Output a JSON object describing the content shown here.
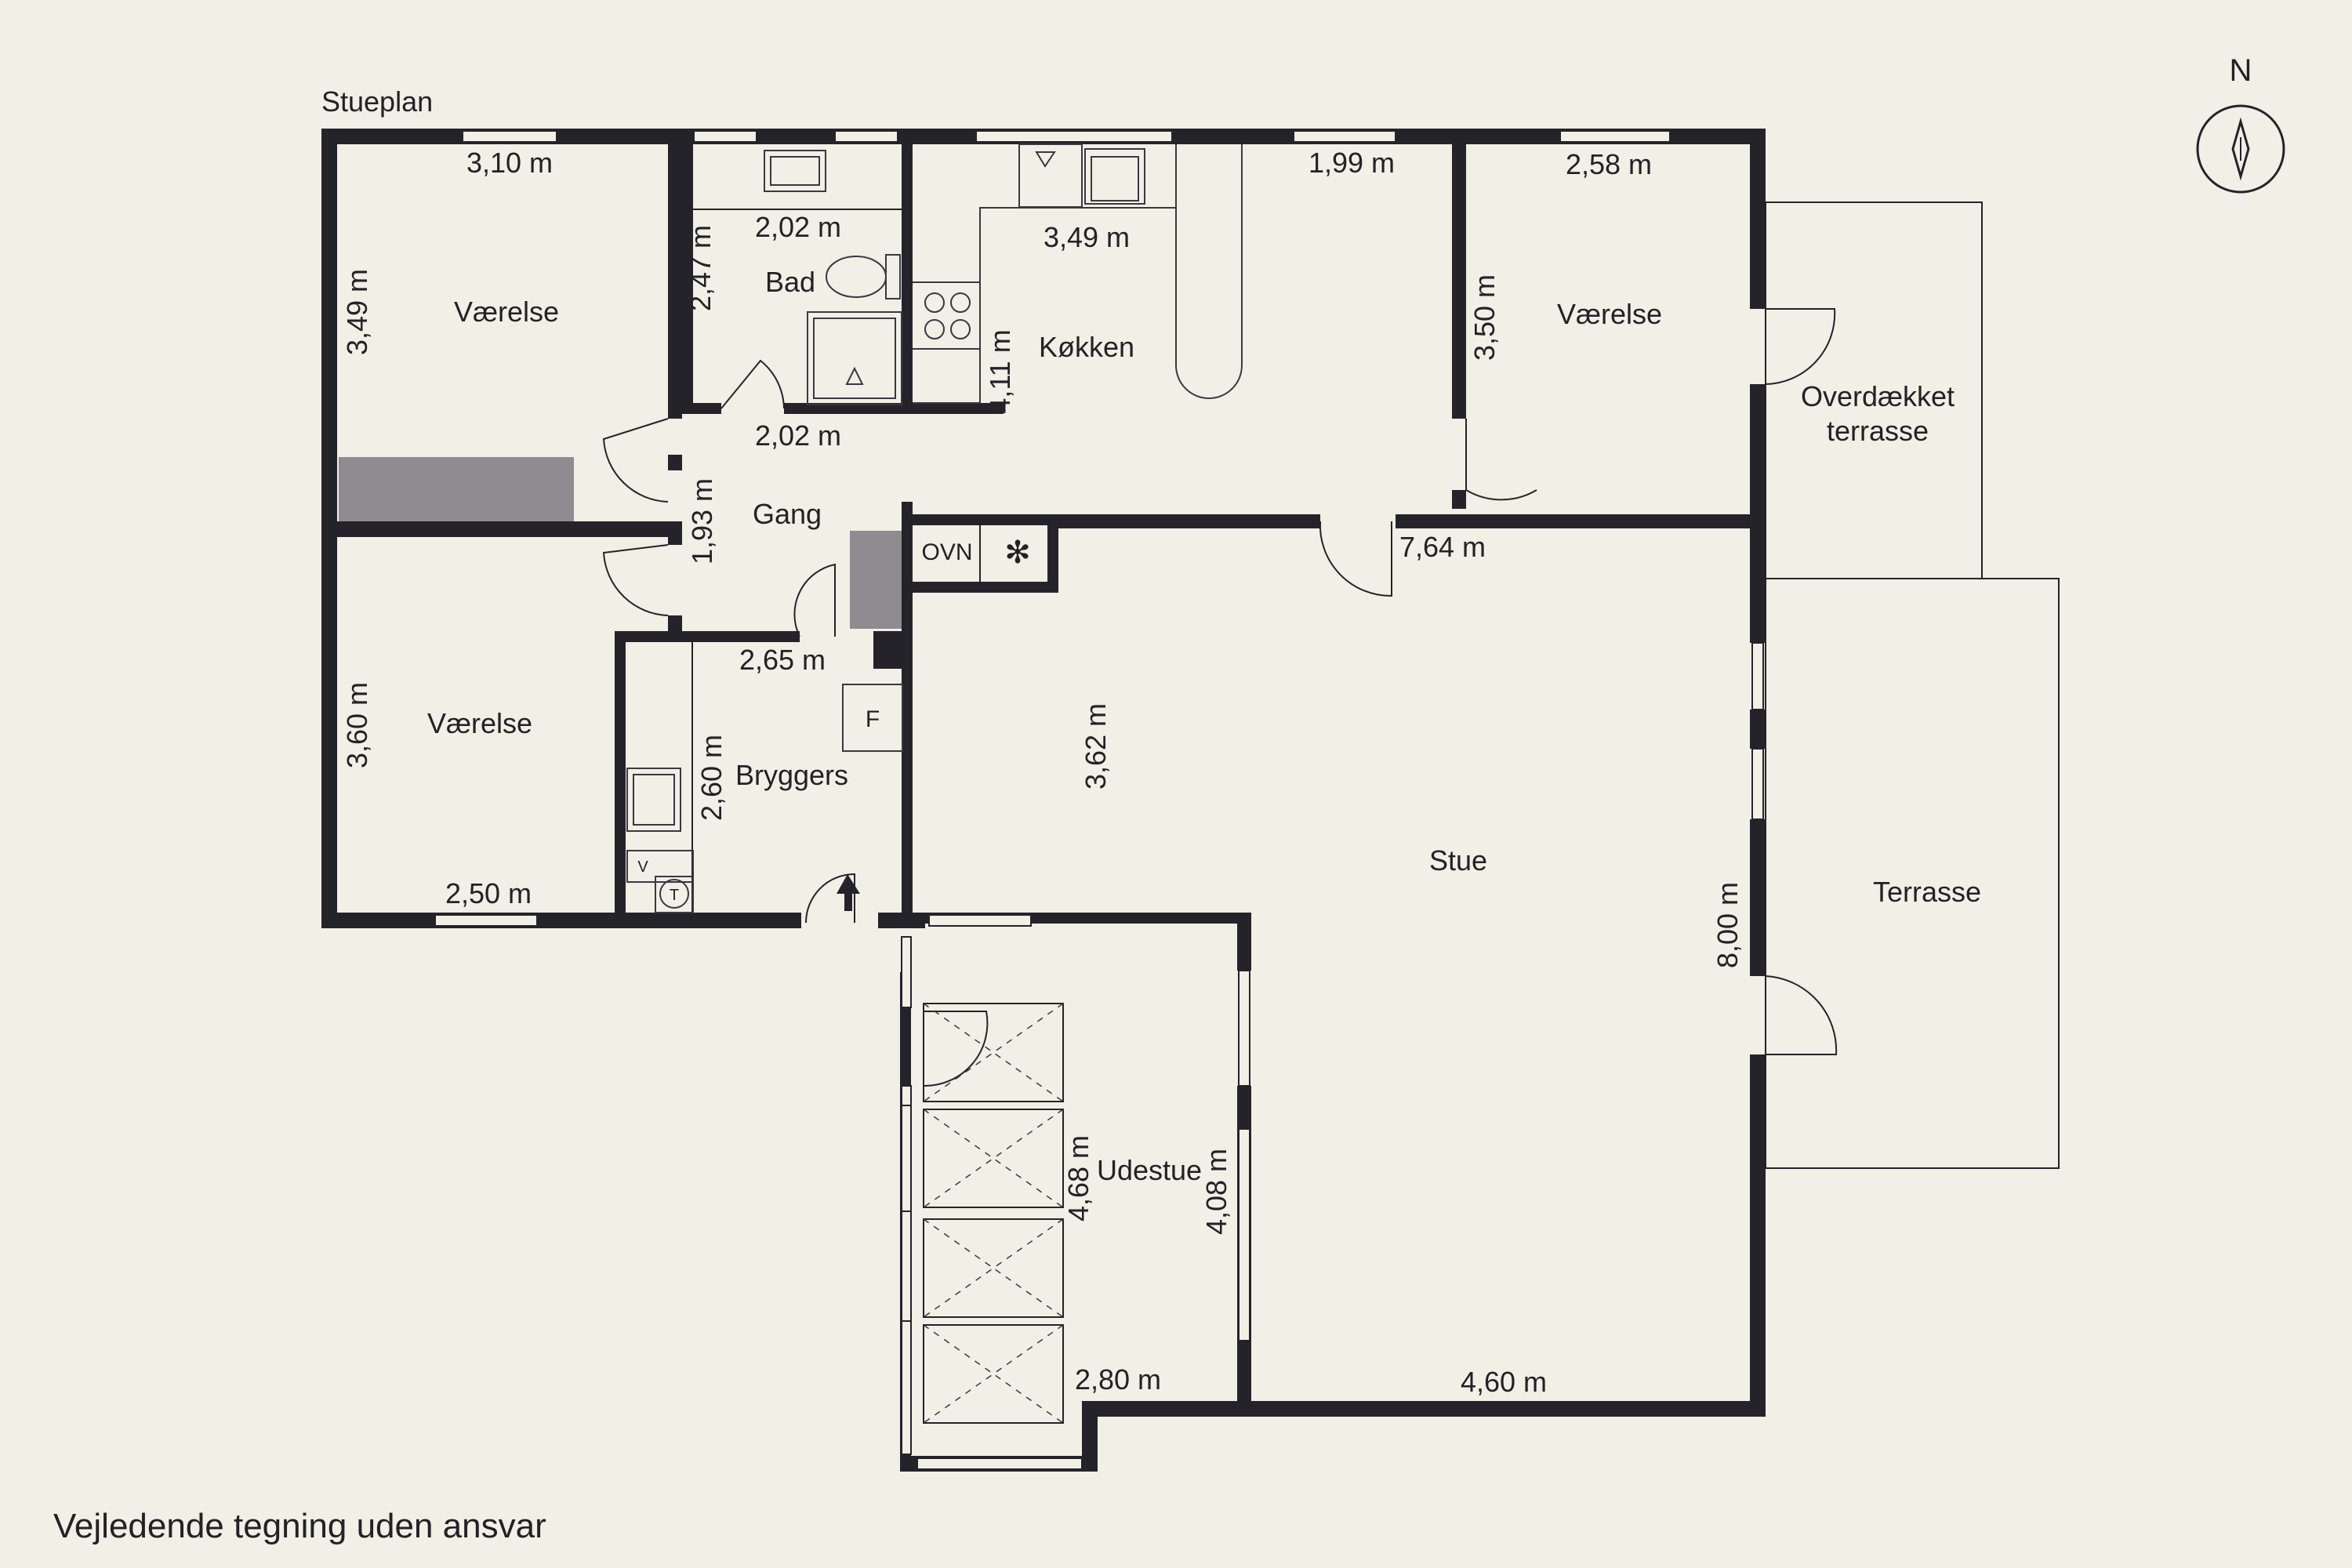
{
  "plan_title": "Stueplan",
  "compass_letter": "N",
  "disclaimer": "Vejledende tegning uden ansvar",
  "rooms": {
    "vaerelse_top_left": "Værelse",
    "bad": "Bad",
    "koekken": "Køkken",
    "vaerelse_top_right": "Værelse",
    "overdaekket_line1": "Overdækket",
    "overdaekket_line2": "terrasse",
    "gang": "Gang",
    "vaerelse_bottom_left": "Værelse",
    "bryggers": "Bryggers",
    "stue": "Stue",
    "terrasse": "Terrasse",
    "udestue": "Udestue"
  },
  "fixtures": {
    "ovn": "OVN",
    "fryser_symbol": "✻",
    "f_box": "F",
    "washer": "V",
    "dryer": "T"
  },
  "dimensions": {
    "d_310": "3,10 m",
    "d_349_left": "3,49 m",
    "d_202_bath_top": "2,02 m",
    "d_247": "2,47 m",
    "d_349_kitchen": "3,49 m",
    "d_411": "4,11 m",
    "d_199": "1,99 m",
    "d_258": "2,58 m",
    "d_350": "3,50 m",
    "d_202_gang": "2,02 m",
    "d_193": "1,93 m",
    "d_764": "7,64 m",
    "d_265": "2,65 m",
    "d_360": "3,60 m",
    "d_260": "2,60 m",
    "d_250": "2,50 m",
    "d_362": "3,62 m",
    "d_800": "8,00 m",
    "d_468": "4,68 m",
    "d_408": "4,08 m",
    "d_280": "2,80 m",
    "d_460": "4,60 m"
  }
}
